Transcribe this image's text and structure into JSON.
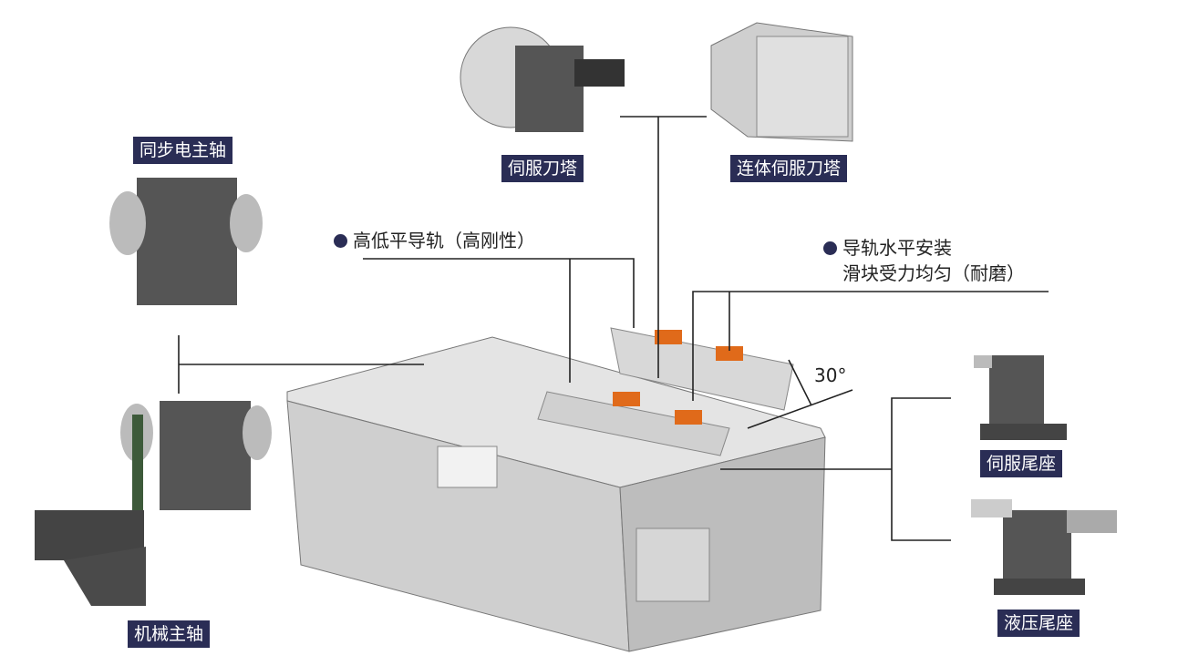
{
  "labels": {
    "sync_spindle": "同步电主轴",
    "mech_spindle": "机械主轴",
    "servo_turret": "伺服刀塔",
    "combined_turret": "连体伺服刀塔",
    "servo_tailstock": "伺服尾座",
    "hydraulic_tailstock": "液压尾座"
  },
  "notes": {
    "rail_height": "高低平导轨（高刚性）",
    "rail_level_line1": "导轨水平安装",
    "rail_level_line2": "滑块受力均匀（耐磨）",
    "angle": "30°"
  },
  "colors": {
    "label_bg": "#2a2d55",
    "slider": "#e06a1a",
    "casting": "#c9c9c9"
  }
}
